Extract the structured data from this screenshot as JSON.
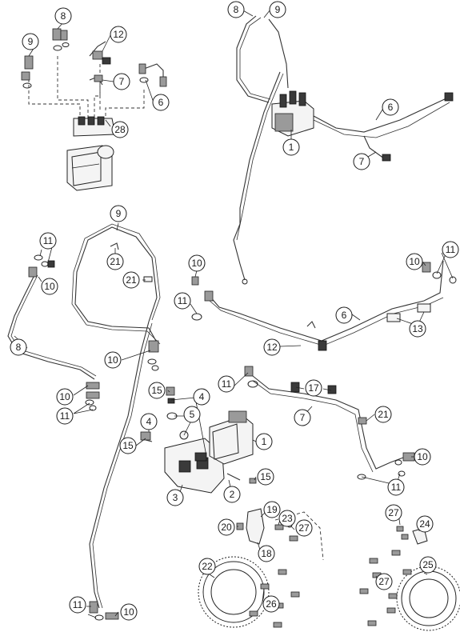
{
  "callouts": [
    {
      "id": "c8a",
      "label": "8"
    },
    {
      "id": "c9a",
      "label": "9"
    },
    {
      "id": "c12a",
      "label": "12"
    },
    {
      "id": "c7a",
      "label": "7"
    },
    {
      "id": "c6a",
      "label": "6"
    },
    {
      "id": "c28",
      "label": "28"
    },
    {
      "id": "c8b",
      "label": "8"
    },
    {
      "id": "c9b",
      "label": "9"
    },
    {
      "id": "c6b",
      "label": "6"
    },
    {
      "id": "c1a",
      "label": "1"
    },
    {
      "id": "c7b",
      "label": "7"
    },
    {
      "id": "c9c",
      "label": "9"
    },
    {
      "id": "c11a",
      "label": "11"
    },
    {
      "id": "c10a",
      "label": "10"
    },
    {
      "id": "c21a",
      "label": "21"
    },
    {
      "id": "c21b",
      "label": "21"
    },
    {
      "id": "c10b",
      "label": "10"
    },
    {
      "id": "c11b",
      "label": "11"
    },
    {
      "id": "c6c",
      "label": "6"
    },
    {
      "id": "c10c",
      "label": "10"
    },
    {
      "id": "c11c",
      "label": "11"
    },
    {
      "id": "c13",
      "label": "13"
    },
    {
      "id": "c12b",
      "label": "12"
    },
    {
      "id": "c8c",
      "label": "8"
    },
    {
      "id": "c10d",
      "label": "10"
    },
    {
      "id": "c10e",
      "label": "10"
    },
    {
      "id": "c11d",
      "label": "11"
    },
    {
      "id": "c15a",
      "label": "15"
    },
    {
      "id": "c4a",
      "label": "4"
    },
    {
      "id": "c5",
      "label": "5"
    },
    {
      "id": "c4b",
      "label": "4"
    },
    {
      "id": "c15b",
      "label": "15"
    },
    {
      "id": "c11e",
      "label": "11"
    },
    {
      "id": "c17",
      "label": "17"
    },
    {
      "id": "c7c",
      "label": "7"
    },
    {
      "id": "c21c",
      "label": "21"
    },
    {
      "id": "c1b",
      "label": "1"
    },
    {
      "id": "c10f",
      "label": "10"
    },
    {
      "id": "c11f",
      "label": "11"
    },
    {
      "id": "c15c",
      "label": "15"
    },
    {
      "id": "c3",
      "label": "3"
    },
    {
      "id": "c2",
      "label": "2"
    },
    {
      "id": "c19",
      "label": "19"
    },
    {
      "id": "c23",
      "label": "23"
    },
    {
      "id": "c20",
      "label": "20"
    },
    {
      "id": "c27a",
      "label": "27"
    },
    {
      "id": "c18",
      "label": "18"
    },
    {
      "id": "c27b",
      "label": "27"
    },
    {
      "id": "c24",
      "label": "24"
    },
    {
      "id": "c22",
      "label": "22"
    },
    {
      "id": "c25",
      "label": "25"
    },
    {
      "id": "c27c",
      "label": "27"
    },
    {
      "id": "c26",
      "label": "26"
    },
    {
      "id": "c11g",
      "label": "11"
    },
    {
      "id": "c10g",
      "label": "10"
    }
  ]
}
